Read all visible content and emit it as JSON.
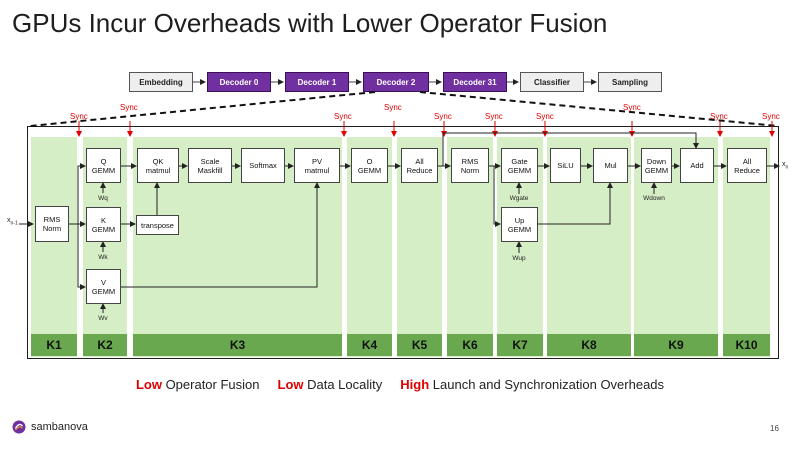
{
  "title": "GPUs Incur Overheads with Lower Operator Fusion",
  "pipeline": [
    "Embedding",
    "Decoder 0",
    "Decoder 1",
    "Decoder 2",
    "Decoder 31",
    "Classifier",
    "Sampling"
  ],
  "kernels": [
    "K1",
    "K2",
    "K3",
    "K4",
    "K5",
    "K6",
    "K7",
    "K8",
    "K9",
    "K10"
  ],
  "ops": {
    "rms_norm_1": "RMS\nNorm",
    "q_gemm": "Q\nGEMM",
    "k_gemm": "K\nGEMM",
    "v_gemm": "V\nGEMM",
    "qk_matmul": "QK\nmatmul",
    "transpose": "transpose",
    "scale_maskfill": "Scale\nMaskfill",
    "softmax": "Softmax",
    "pv_matmul": "PV\nmatmul",
    "o_gemm": "O\nGEMM",
    "all_reduce_1": "All\nReduce",
    "rms_norm_2": "RMS\nNorm",
    "gate_gemm": "Gate\nGEMM",
    "up_gemm": "Up\nGEMM",
    "silu": "SiLU",
    "mul": "Mul",
    "down_gemm": "Down\nGEMM",
    "add": "Add",
    "all_reduce_2": "All\nReduce"
  },
  "weights": {
    "wq": "Wq",
    "wk": "Wk",
    "wv": "Wv",
    "wgate": "Wgate",
    "wup": "Wup",
    "wdown": "Wdown"
  },
  "sync_label": "Sync",
  "input_label": "x",
  "input_sub": "n-1",
  "output_label": "x",
  "output_sub": "n",
  "footer": {
    "low1": "Low",
    "text1": " Operator Fusion",
    "low2": "Low",
    "text2": " Data Locality",
    "high": "High",
    "text3": " Launch and Synchronization Overheads"
  },
  "logo_text": "sambanova",
  "page_number": "16",
  "colors": {
    "decoder_purple": "#7030a0",
    "kernel_light": "#d5eec5",
    "kernel_dark": "#69a84f",
    "sync_red": "#e00000"
  }
}
